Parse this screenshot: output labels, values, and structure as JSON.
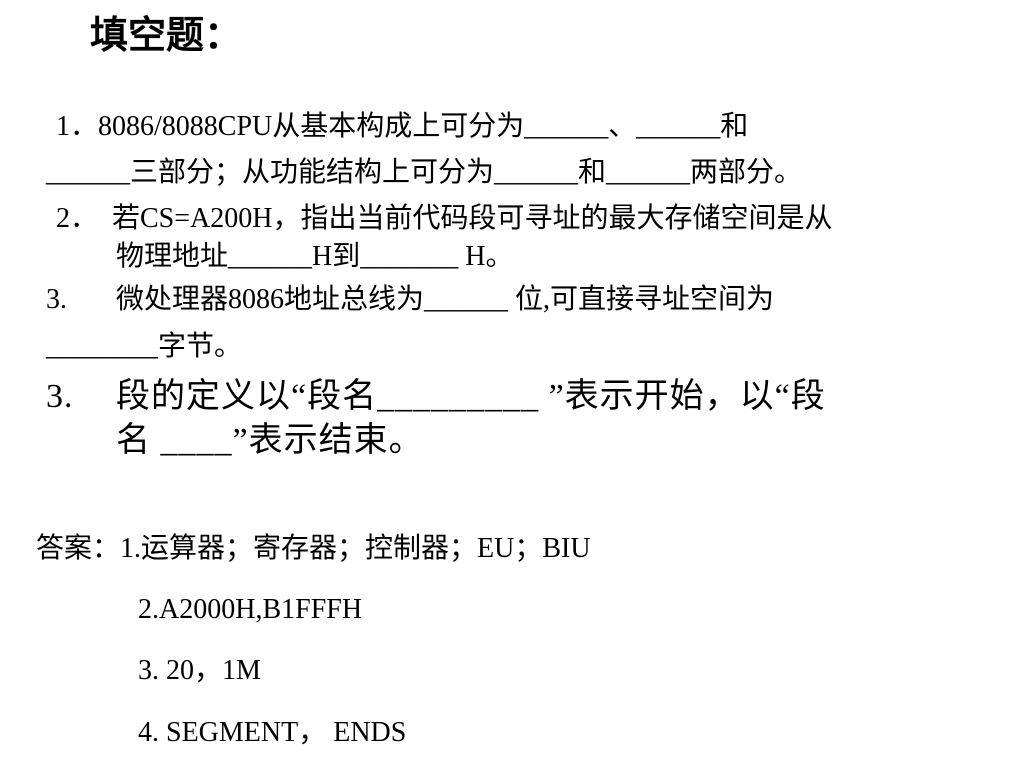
{
  "title": "填空题：",
  "questions": {
    "q1_line1": "1．8086/8088CPU从基本构成上可分为______、______和",
    "q1_line2": "______三部分；从功能结构上可分为______和______两部分。",
    "q2_num": "2．",
    "q2_line1": "若CS=A200H，指出当前代码段可寻址的最大存储空间是从",
    "q2_line2": "物理地址______H到_______ H。",
    "q3_num": "3.",
    "q3_line1": "微处理器8086地址总线为______ 位,可直接寻址空间为",
    "q3_line2": "________字节。",
    "q4_num": "3.",
    "q4_line1": "段的定义以“段名_________ ”表示开始，以“段",
    "q4_line2": "名 ____”表示结束。"
  },
  "answers": {
    "line1": "答案：1.运算器；寄存器；控制器；EU；BIU",
    "line2": "2.A2000H,B1FFFH",
    "line3": "3. 20，1M",
    "line4": "4. SEGMENT， ENDS"
  }
}
